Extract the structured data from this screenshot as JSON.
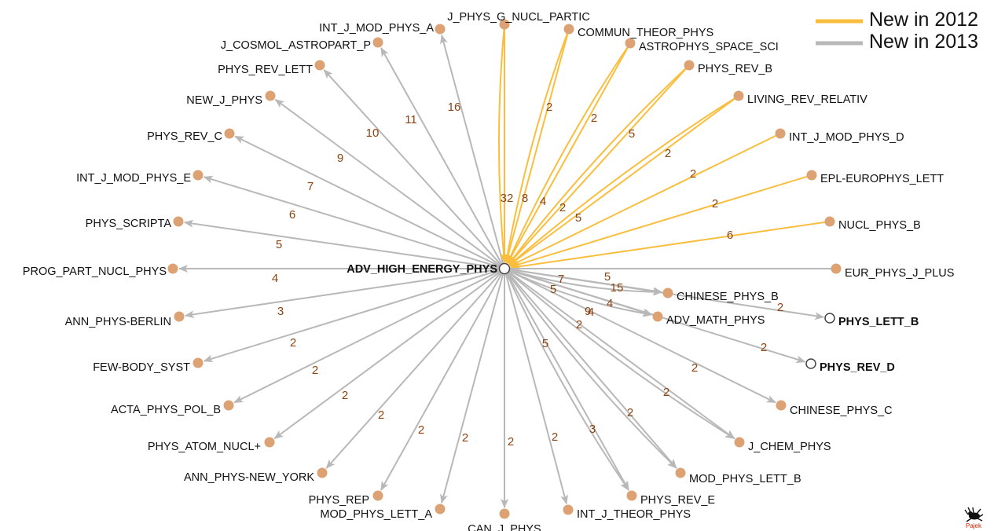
{
  "legend": [
    {
      "label": "New in 2012",
      "color": "#f9be3e"
    },
    {
      "label": "New in 2013",
      "color": "#b8b8b8"
    }
  ],
  "colors": {
    "node_fill": "#dda274",
    "edge_label": "#8b4513",
    "hollow_stroke": "#444444"
  },
  "logo": {
    "text": "Pajek",
    "icon": "spider-icon"
  },
  "center": {
    "label": "ADV_HIGH_ENERGY_PHYS"
  },
  "nodes": [
    {
      "label": "J_PHYS_G_NUCL_PARTIC",
      "type": "2012",
      "edge_label": "32"
    },
    {
      "label": "COMMUN_THEOR_PHYS",
      "type": "2012",
      "edge_label": "2"
    },
    {
      "label": "ASTROPHYS_SPACE_SCI",
      "type": "2012",
      "edge_label": "2"
    },
    {
      "label": "PHYS_REV_B",
      "type": "2012",
      "edge_label": "5"
    },
    {
      "label": "LIVING_REV_RELATIV",
      "type": "2012",
      "edge_label": "2"
    },
    {
      "label": "INT_J_MOD_PHYS_D",
      "type": "2012",
      "edge_label": "2"
    },
    {
      "label": "EPL-EUROPHYS_LETT",
      "type": "2012",
      "edge_label": "2"
    },
    {
      "label": "NUCL_PHYS_B",
      "type": "2012",
      "edge_label": "6"
    },
    {
      "label": "EUR_PHYS_J_PLUS",
      "type": "none",
      "edge_label": ""
    },
    {
      "label": "CHINESE_PHYS_B",
      "type": "2013",
      "edge_label": "4"
    },
    {
      "label": "PHYS_LETT_B",
      "type": "2013",
      "edge_label": "2",
      "hollow": true
    },
    {
      "label": "ADV_MATH_PHYS",
      "type": "2013",
      "edge_label": "4"
    },
    {
      "label": "PHYS_REV_D",
      "type": "2013",
      "edge_label": "2",
      "hollow": true
    },
    {
      "label": "CHINESE_PHYS_C",
      "type": "2013",
      "edge_label": "2"
    },
    {
      "label": "J_CHEM_PHYS",
      "type": "2013",
      "edge_label": "2"
    },
    {
      "label": "MOD_PHYS_LETT_B",
      "type": "2013",
      "edge_label": "2"
    },
    {
      "label": "PHYS_REV_E",
      "type": "2013",
      "edge_label": "3"
    },
    {
      "label": "INT_J_THEOR_PHYS",
      "type": "2013",
      "edge_label": "2"
    },
    {
      "label": "CAN_J_PHYS",
      "type": "2013",
      "edge_label": "2"
    },
    {
      "label": "MOD_PHYS_LETT_A",
      "type": "2013",
      "edge_label": "2"
    },
    {
      "label": "PHYS_REP",
      "type": "2013",
      "edge_label": "2"
    },
    {
      "label": "ANN_PHYS-NEW_YORK",
      "type": "2013",
      "edge_label": "2"
    },
    {
      "label": "PHYS_ATOM_NUCL+",
      "type": "2013",
      "edge_label": "2"
    },
    {
      "label": "ACTA_PHYS_POL_B",
      "type": "2013",
      "edge_label": "2"
    },
    {
      "label": "FEW-BODY_SYST",
      "type": "2013",
      "edge_label": "2"
    },
    {
      "label": "ANN_PHYS-BERLIN",
      "type": "2013",
      "edge_label": "3"
    },
    {
      "label": "PROG_PART_NUCL_PHYS",
      "type": "2013",
      "edge_label": "4"
    },
    {
      "label": "PHYS_SCRIPTA",
      "type": "2013",
      "edge_label": "5"
    },
    {
      "label": "INT_J_MOD_PHYS_E",
      "type": "2013",
      "edge_label": "6"
    },
    {
      "label": "PHYS_REV_C",
      "type": "2013",
      "edge_label": "7"
    },
    {
      "label": "NEW_J_PHYS",
      "type": "2013",
      "edge_label": "9"
    },
    {
      "label": "PHYS_REV_LETT",
      "type": "2013",
      "edge_label": "10"
    },
    {
      "label": "J_COSMOL_ASTROPART_P",
      "type": "2013",
      "edge_label": "11"
    },
    {
      "label": "INT_J_MOD_PHYS_A",
      "type": "2013",
      "edge_label": "16"
    }
  ],
  "extra_edge_labels": [
    "8",
    "4",
    "2",
    "5",
    "5",
    "7",
    "5",
    "15",
    "9",
    "2",
    "5"
  ]
}
